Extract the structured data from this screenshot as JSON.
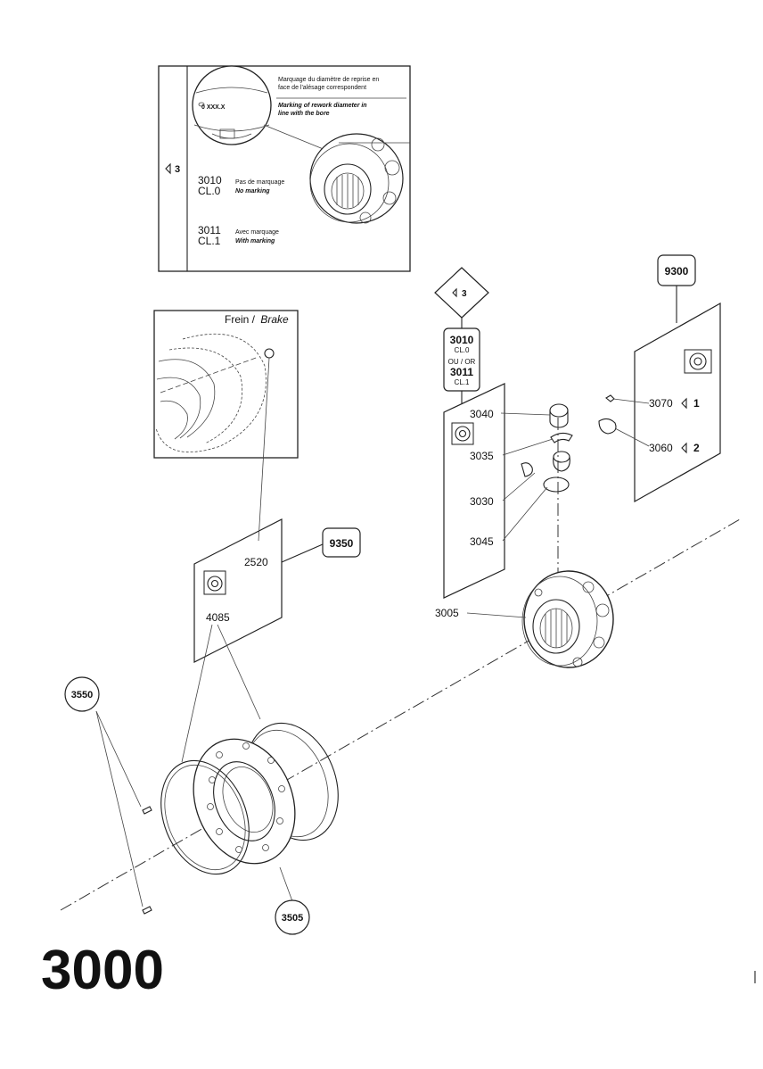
{
  "detail_box": {
    "ref_symbol": "3",
    "fr_note": "Marquage du diamètre de reprise en",
    "fr_note_2": "face de l'alésage correspondent",
    "en_note": "Marking of rework diameter in",
    "en_note_2": "line with the bore",
    "engraving": "0 XXX.X",
    "options": [
      {
        "code": "3010",
        "class": "CL.0",
        "fr": "Pas de marquage",
        "en": "No marking"
      },
      {
        "code": "3011",
        "class": "CL.1",
        "fr": "Avec marquage",
        "en": "With marking"
      }
    ]
  },
  "brake_box": {
    "label_fr": "Frein /",
    "label_en": "Brake"
  },
  "variant_tag": {
    "ref_symbol": "3",
    "line1": "3010",
    "line2": "CL.0",
    "line3": "OU / OR",
    "line4": "3011",
    "line5": "CL.1"
  },
  "kits": {
    "left": "9350",
    "right": "9300"
  },
  "callouts": {
    "c2520": "2520",
    "c4085": "4085",
    "c3550": "3550",
    "c3505": "3505",
    "c3040": "3040",
    "c3035": "3035",
    "c3030": "3030",
    "c3045": "3045",
    "c3005": "3005",
    "c3070": "3070",
    "c3060": "3060"
  },
  "ref_marks": {
    "r3070": "1",
    "r3060": "2"
  },
  "figure_number": "3000"
}
